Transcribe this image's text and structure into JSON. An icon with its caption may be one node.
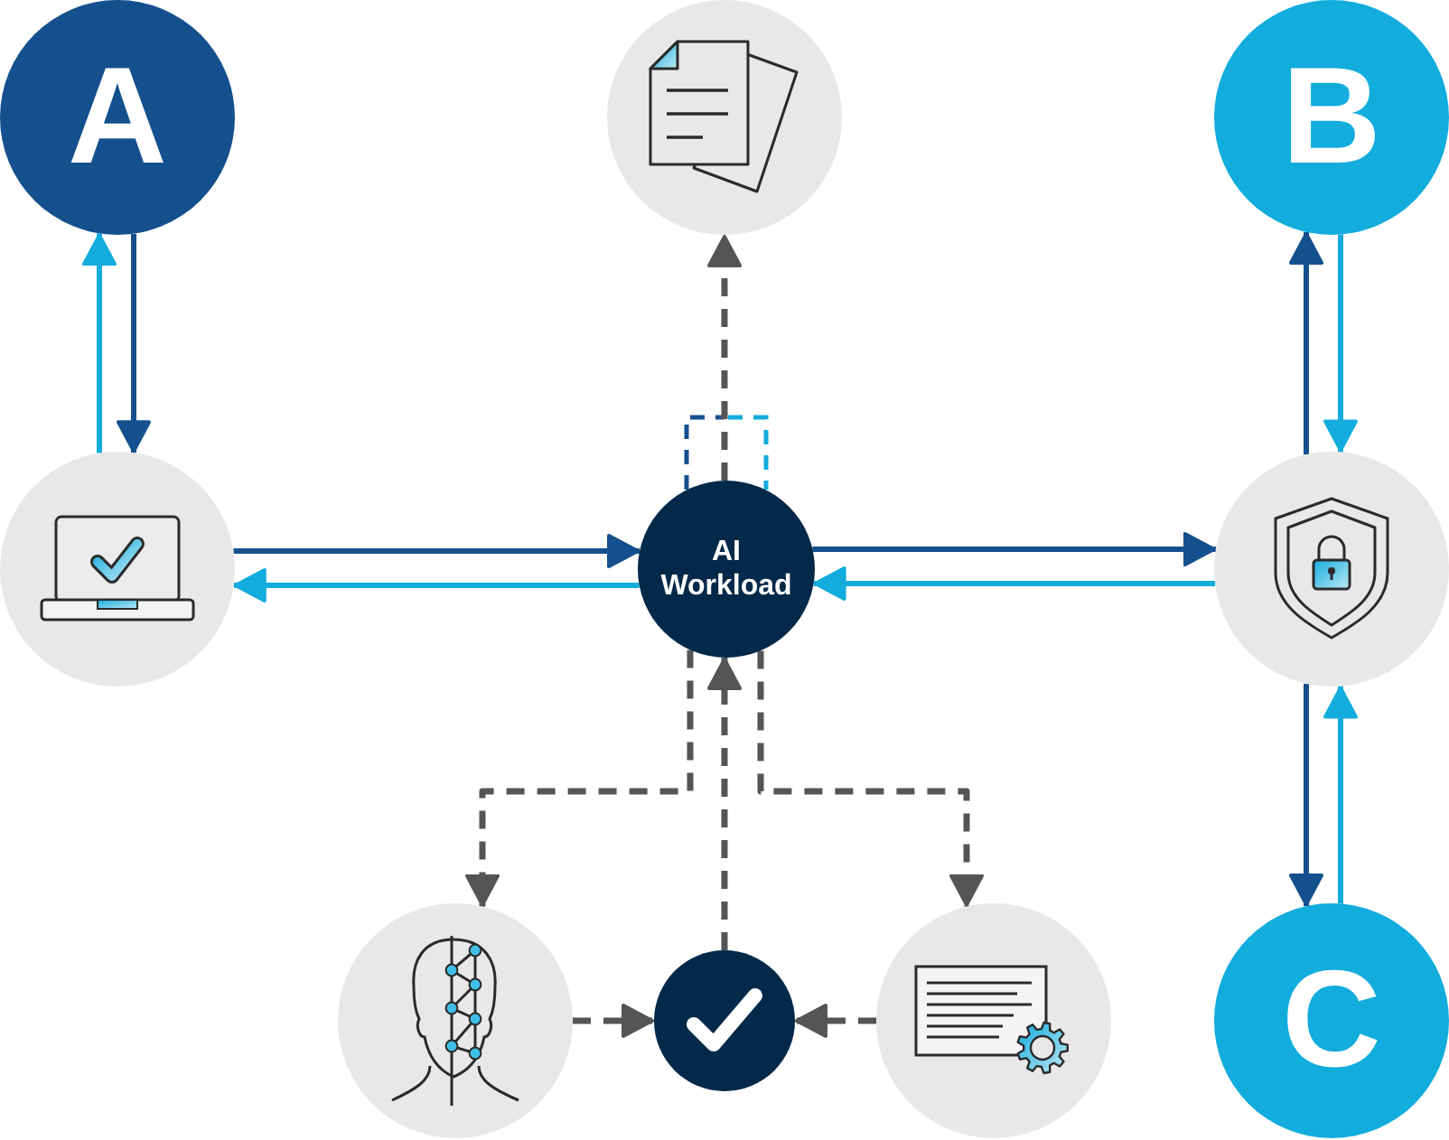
{
  "diagram": {
    "nodes": [
      {
        "text": [
          "A"
        ]
      },
      {
        "text": [],
        "shape": "circle"
      },
      {
        "text": [
          "B"
        ]
      },
      {
        "text": [],
        "shape": "circle"
      },
      {
        "text": [
          "AI Workload"
        ]
      },
      {
        "text": [],
        "shape": "circle"
      },
      {
        "text": [],
        "shape": "circle"
      },
      {
        "text": [],
        "shape": "circle"
      },
      {
        "text": [],
        "shape": "circle"
      },
      {
        "text": [
          "C"
        ]
      }
    ],
    "edges": [
      {
        "from": 0,
        "to": 3,
        "arrow": "to",
        "color": "#15508e"
      },
      {
        "from": 3,
        "to": 0,
        "arrow": "to",
        "color": "#12acdd"
      },
      {
        "from": 3,
        "to": 4,
        "arrow": "to",
        "color": "#15508e"
      },
      {
        "from": 4,
        "to": 3,
        "arrow": "to",
        "color": "#12acdd"
      },
      {
        "from": 4,
        "to": 5,
        "arrow": "to",
        "color": "#15508e"
      },
      {
        "from": 5,
        "to": 4,
        "arrow": "to",
        "color": "#12acdd"
      },
      {
        "from": 5,
        "to": 2,
        "arrow": "to",
        "color": "#15508e"
      },
      {
        "from": 2,
        "to": 5,
        "arrow": "to",
        "color": "#12acdd"
      },
      {
        "from": 5,
        "to": 9,
        "arrow": "to",
        "color": "#15508e"
      },
      {
        "from": 9,
        "to": 5,
        "arrow": "to",
        "color": "#12acdd"
      },
      {
        "from": 4,
        "to": 1,
        "arrow": "to",
        "style": "dashed"
      },
      {
        "from": 4,
        "to": 6,
        "arrow": "to",
        "style": "dashed"
      },
      {
        "from": 4,
        "to": 8,
        "arrow": "to",
        "style": "dashed"
      },
      {
        "from": 7,
        "to": 4,
        "arrow": "to",
        "style": "dashed"
      },
      {
        "from": 6,
        "to": 7,
        "arrow": "to",
        "style": "dashed"
      },
      {
        "from": 8,
        "to": 7,
        "arrow": "to",
        "style": "dashed"
      }
    ]
  }
}
